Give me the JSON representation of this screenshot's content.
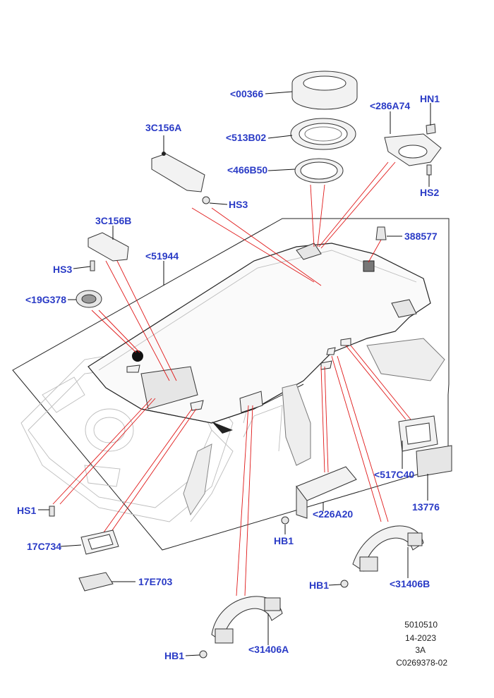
{
  "callouts": {
    "c00366": "<00366",
    "c286A74": "<286A74",
    "cHN1": "HN1",
    "c3C156A": "3C156A",
    "c513B02": "<513B02",
    "c466B50": "<466B50",
    "cHS2": "HS2",
    "cHS3a": "HS3",
    "c3C156B": "3C156B",
    "c388577": "388577",
    "c51944": "<51944",
    "cHS3b": "HS3",
    "c19G378": "<19G378",
    "c517C40": "<517C40",
    "c13776": "13776",
    "c226A20": "<226A20",
    "cHS1": "HS1",
    "cHB1a": "HB1",
    "c17C734": "17C734",
    "c31406B": "<31406B",
    "cHB1b": "HB1",
    "c17E703": "17E703",
    "c31406A": "<31406A",
    "cHB1c": "HB1"
  },
  "reference": {
    "line1": "5010510",
    "line2": "14-2023",
    "line3": "3A",
    "line4": "C0269378-02"
  }
}
